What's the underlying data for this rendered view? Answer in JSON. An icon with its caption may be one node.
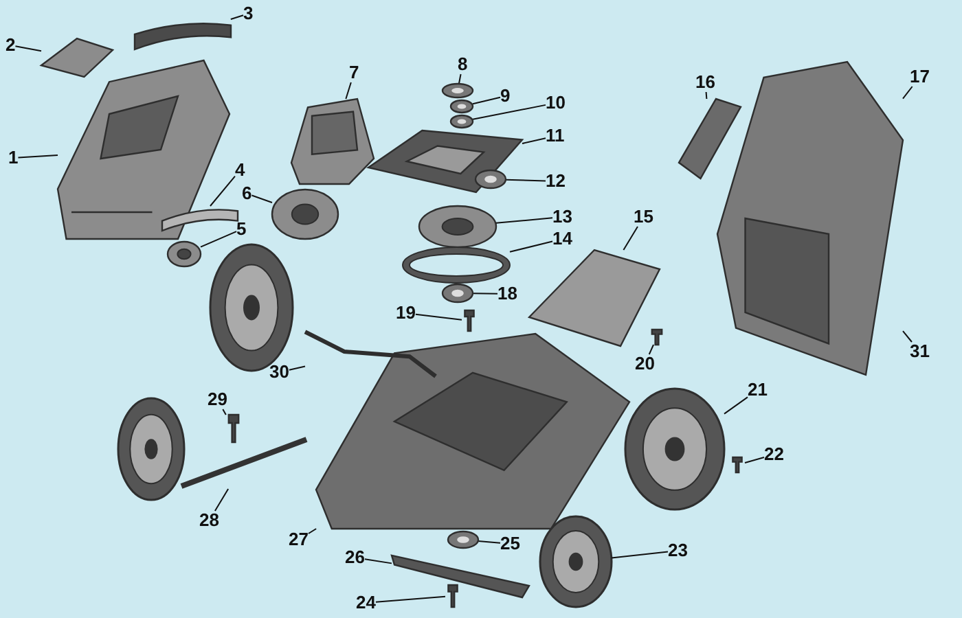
{
  "diagram": {
    "nodes": [
      {
        "text": [
          "1"
        ]
      },
      {
        "text": [
          "2"
        ]
      },
      {
        "text": [
          "3"
        ]
      },
      {
        "text": [
          "4"
        ]
      },
      {
        "text": [
          "5"
        ]
      },
      {
        "text": [
          "6"
        ]
      },
      {
        "text": [
          "7"
        ]
      },
      {
        "text": [
          "8"
        ]
      },
      {
        "text": [
          "9"
        ]
      },
      {
        "text": [
          "10"
        ]
      },
      {
        "text": [
          "11"
        ]
      },
      {
        "text": [
          "12"
        ]
      },
      {
        "text": [
          "13"
        ]
      },
      {
        "text": [
          "14"
        ]
      },
      {
        "text": [
          "15"
        ]
      },
      {
        "text": [
          "16"
        ]
      },
      {
        "text": [
          "17"
        ]
      },
      {
        "text": [
          "18"
        ]
      },
      {
        "text": [
          "19"
        ]
      },
      {
        "text": [
          "20"
        ]
      },
      {
        "text": [
          "21"
        ]
      },
      {
        "text": [
          "22"
        ]
      },
      {
        "text": [
          "23"
        ]
      },
      {
        "text": [
          "24"
        ]
      },
      {
        "text": [
          "25"
        ]
      },
      {
        "text": [
          "26"
        ]
      },
      {
        "text": [
          "27"
        ]
      },
      {
        "text": [
          "28"
        ]
      },
      {
        "text": [
          "29"
        ]
      },
      {
        "text": [
          "30"
        ]
      },
      {
        "text": [
          "31"
        ]
      },
      {
        "text": [],
        "shape": "picture"
      },
      {
        "text": [],
        "shape": "picture"
      },
      {
        "text": [],
        "shape": "picture"
      },
      {
        "text": [],
        "shape": "picture"
      },
      {
        "text": [],
        "shape": "picture"
      },
      {
        "text": [],
        "shape": "picture"
      },
      {
        "text": [],
        "shape": "picture"
      },
      {
        "text": [],
        "shape": "picture"
      },
      {
        "text": [],
        "shape": "picture"
      },
      {
        "text": [],
        "shape": "picture"
      },
      {
        "text": [],
        "shape": "picture"
      },
      {
        "text": [],
        "shape": "picture"
      },
      {
        "text": [],
        "shape": "picture"
      },
      {
        "text": [],
        "shape": "picture"
      },
      {
        "text": [],
        "shape": "picture"
      },
      {
        "text": [],
        "shape": "picture"
      },
      {
        "text": [],
        "shape": "picture"
      },
      {
        "text": [],
        "shape": "picture"
      },
      {
        "text": [],
        "shape": "picture"
      },
      {
        "text": [],
        "shape": "picture"
      },
      {
        "text": [],
        "shape": "picture"
      },
      {
        "text": [],
        "shape": "picture"
      },
      {
        "text": [],
        "shape": "picture"
      },
      {
        "text": [],
        "shape": "picture"
      },
      {
        "text": [],
        "shape": "picture"
      },
      {
        "text": [],
        "shape": "picture"
      },
      {
        "text": [],
        "shape": "picture"
      },
      {
        "text": [],
        "shape": "picture"
      },
      {
        "text": [],
        "shape": "picture"
      },
      {
        "text": [],
        "shape": "picture"
      }
    ],
    "edges": [
      {
        "from": 0,
        "to": 31,
        "arrow": "none"
      },
      {
        "from": 1,
        "to": 32,
        "arrow": "none"
      },
      {
        "from": 2,
        "to": 33,
        "arrow": "none"
      },
      {
        "from": 3,
        "to": 34,
        "arrow": "none"
      },
      {
        "from": 4,
        "to": 35,
        "arrow": "none"
      },
      {
        "from": 5,
        "to": 36,
        "arrow": "none"
      },
      {
        "from": 6,
        "to": 37,
        "arrow": "none"
      },
      {
        "from": 7,
        "to": 38,
        "arrow": "none"
      },
      {
        "from": 8,
        "to": 39,
        "arrow": "none"
      },
      {
        "from": 9,
        "to": 40,
        "arrow": "none"
      },
      {
        "from": 10,
        "to": 41,
        "arrow": "none"
      },
      {
        "from": 11,
        "to": 42,
        "arrow": "none"
      },
      {
        "from": 12,
        "to": 43,
        "arrow": "none"
      },
      {
        "from": 13,
        "to": 44,
        "arrow": "none"
      },
      {
        "from": 14,
        "to": 45,
        "arrow": "none"
      },
      {
        "from": 15,
        "to": 46,
        "arrow": "none"
      },
      {
        "from": 16,
        "to": 47,
        "arrow": "none"
      },
      {
        "from": 17,
        "to": 48,
        "arrow": "none"
      },
      {
        "from": 18,
        "to": 49,
        "arrow": "none"
      },
      {
        "from": 19,
        "to": 50,
        "arrow": "none"
      },
      {
        "from": 20,
        "to": 51,
        "arrow": "none"
      },
      {
        "from": 21,
        "to": 52,
        "arrow": "none"
      },
      {
        "from": 22,
        "to": 53,
        "arrow": "none"
      },
      {
        "from": 23,
        "to": 54,
        "arrow": "none"
      },
      {
        "from": 24,
        "to": 55,
        "arrow": "none"
      },
      {
        "from": 25,
        "to": 56,
        "arrow": "none"
      },
      {
        "from": 26,
        "to": 57,
        "arrow": "none"
      },
      {
        "from": 27,
        "to": 58,
        "arrow": "none"
      },
      {
        "from": 28,
        "to": 59,
        "arrow": "none"
      },
      {
        "from": 29,
        "to": 60,
        "arrow": "none"
      },
      {
        "from": 30,
        "to": 47,
        "arrow": "none"
      }
    ]
  }
}
